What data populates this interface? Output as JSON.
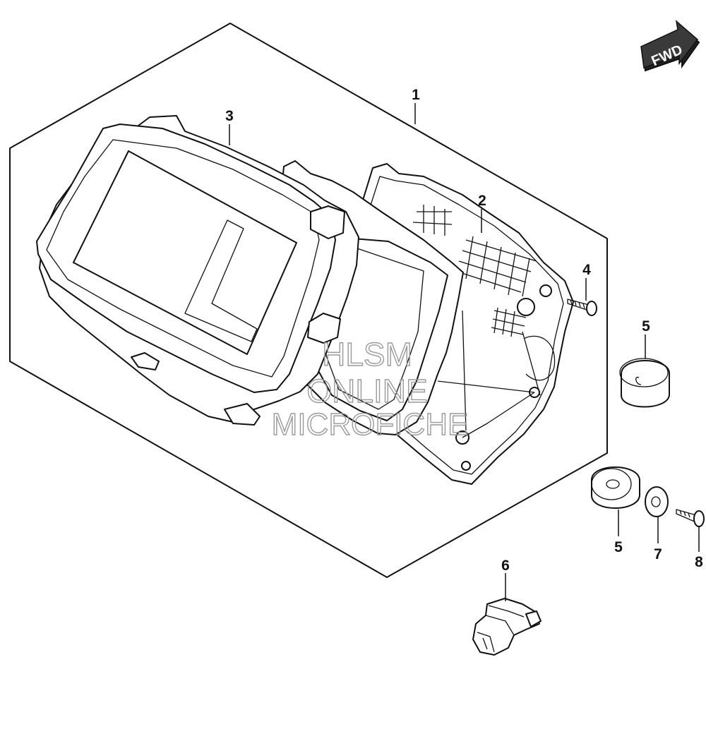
{
  "diagram": {
    "direction_badge": "FWD",
    "watermark": [
      "HLSM",
      "ONLINE",
      "MICROFICHE"
    ],
    "callouts": [
      {
        "id": "c1",
        "label": "1"
      },
      {
        "id": "c2",
        "label": "2"
      },
      {
        "id": "c3",
        "label": "3"
      },
      {
        "id": "c4",
        "label": "4"
      },
      {
        "id": "c5a",
        "label": "5"
      },
      {
        "id": "c5b",
        "label": "5"
      },
      {
        "id": "c6",
        "label": "6"
      },
      {
        "id": "c7",
        "label": "7"
      },
      {
        "id": "c8",
        "label": "8"
      }
    ]
  }
}
